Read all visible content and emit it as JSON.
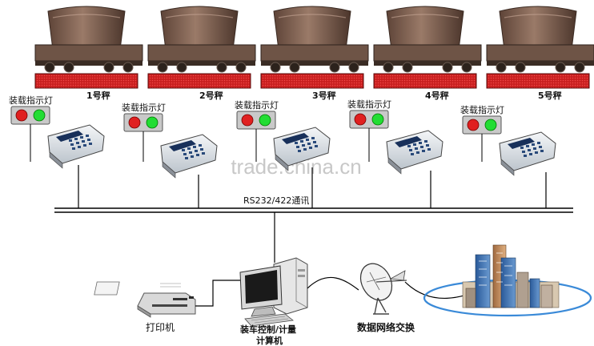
{
  "stations": [
    {
      "scale_label": "1号秤",
      "light_label": "装载指示灯"
    },
    {
      "scale_label": "2号秤",
      "light_label": "装载指示灯"
    },
    {
      "scale_label": "3号秤",
      "light_label": "装载指示灯"
    },
    {
      "scale_label": "4号秤",
      "light_label": "装载指示灯"
    },
    {
      "scale_label": "5号秤",
      "light_label": "装载指示灯"
    }
  ],
  "bus": {
    "label": "RS232/422通讯"
  },
  "printer": {
    "label": "打印机"
  },
  "computer": {
    "label_line1": "装车控制/计量",
    "label_line2": "计算机"
  },
  "network": {
    "label": "数据网络交换"
  },
  "watermark": "trade.china.cn",
  "colors": {
    "display_red": "#d42424",
    "light_red": "#e02020",
    "light_green": "#22dd33",
    "water_blue": "#3a8ad8",
    "ladle_brown": "#8a6a58"
  },
  "icons": {
    "railcar": "ladle-railcar-icon",
    "indicator": "tower-light-icon",
    "terminal": "weighing-terminal-icon",
    "printer": "printer-icon",
    "computer": "desktop-computer-icon",
    "dish": "satellite-dish-icon",
    "city": "city-skyline-icon"
  }
}
